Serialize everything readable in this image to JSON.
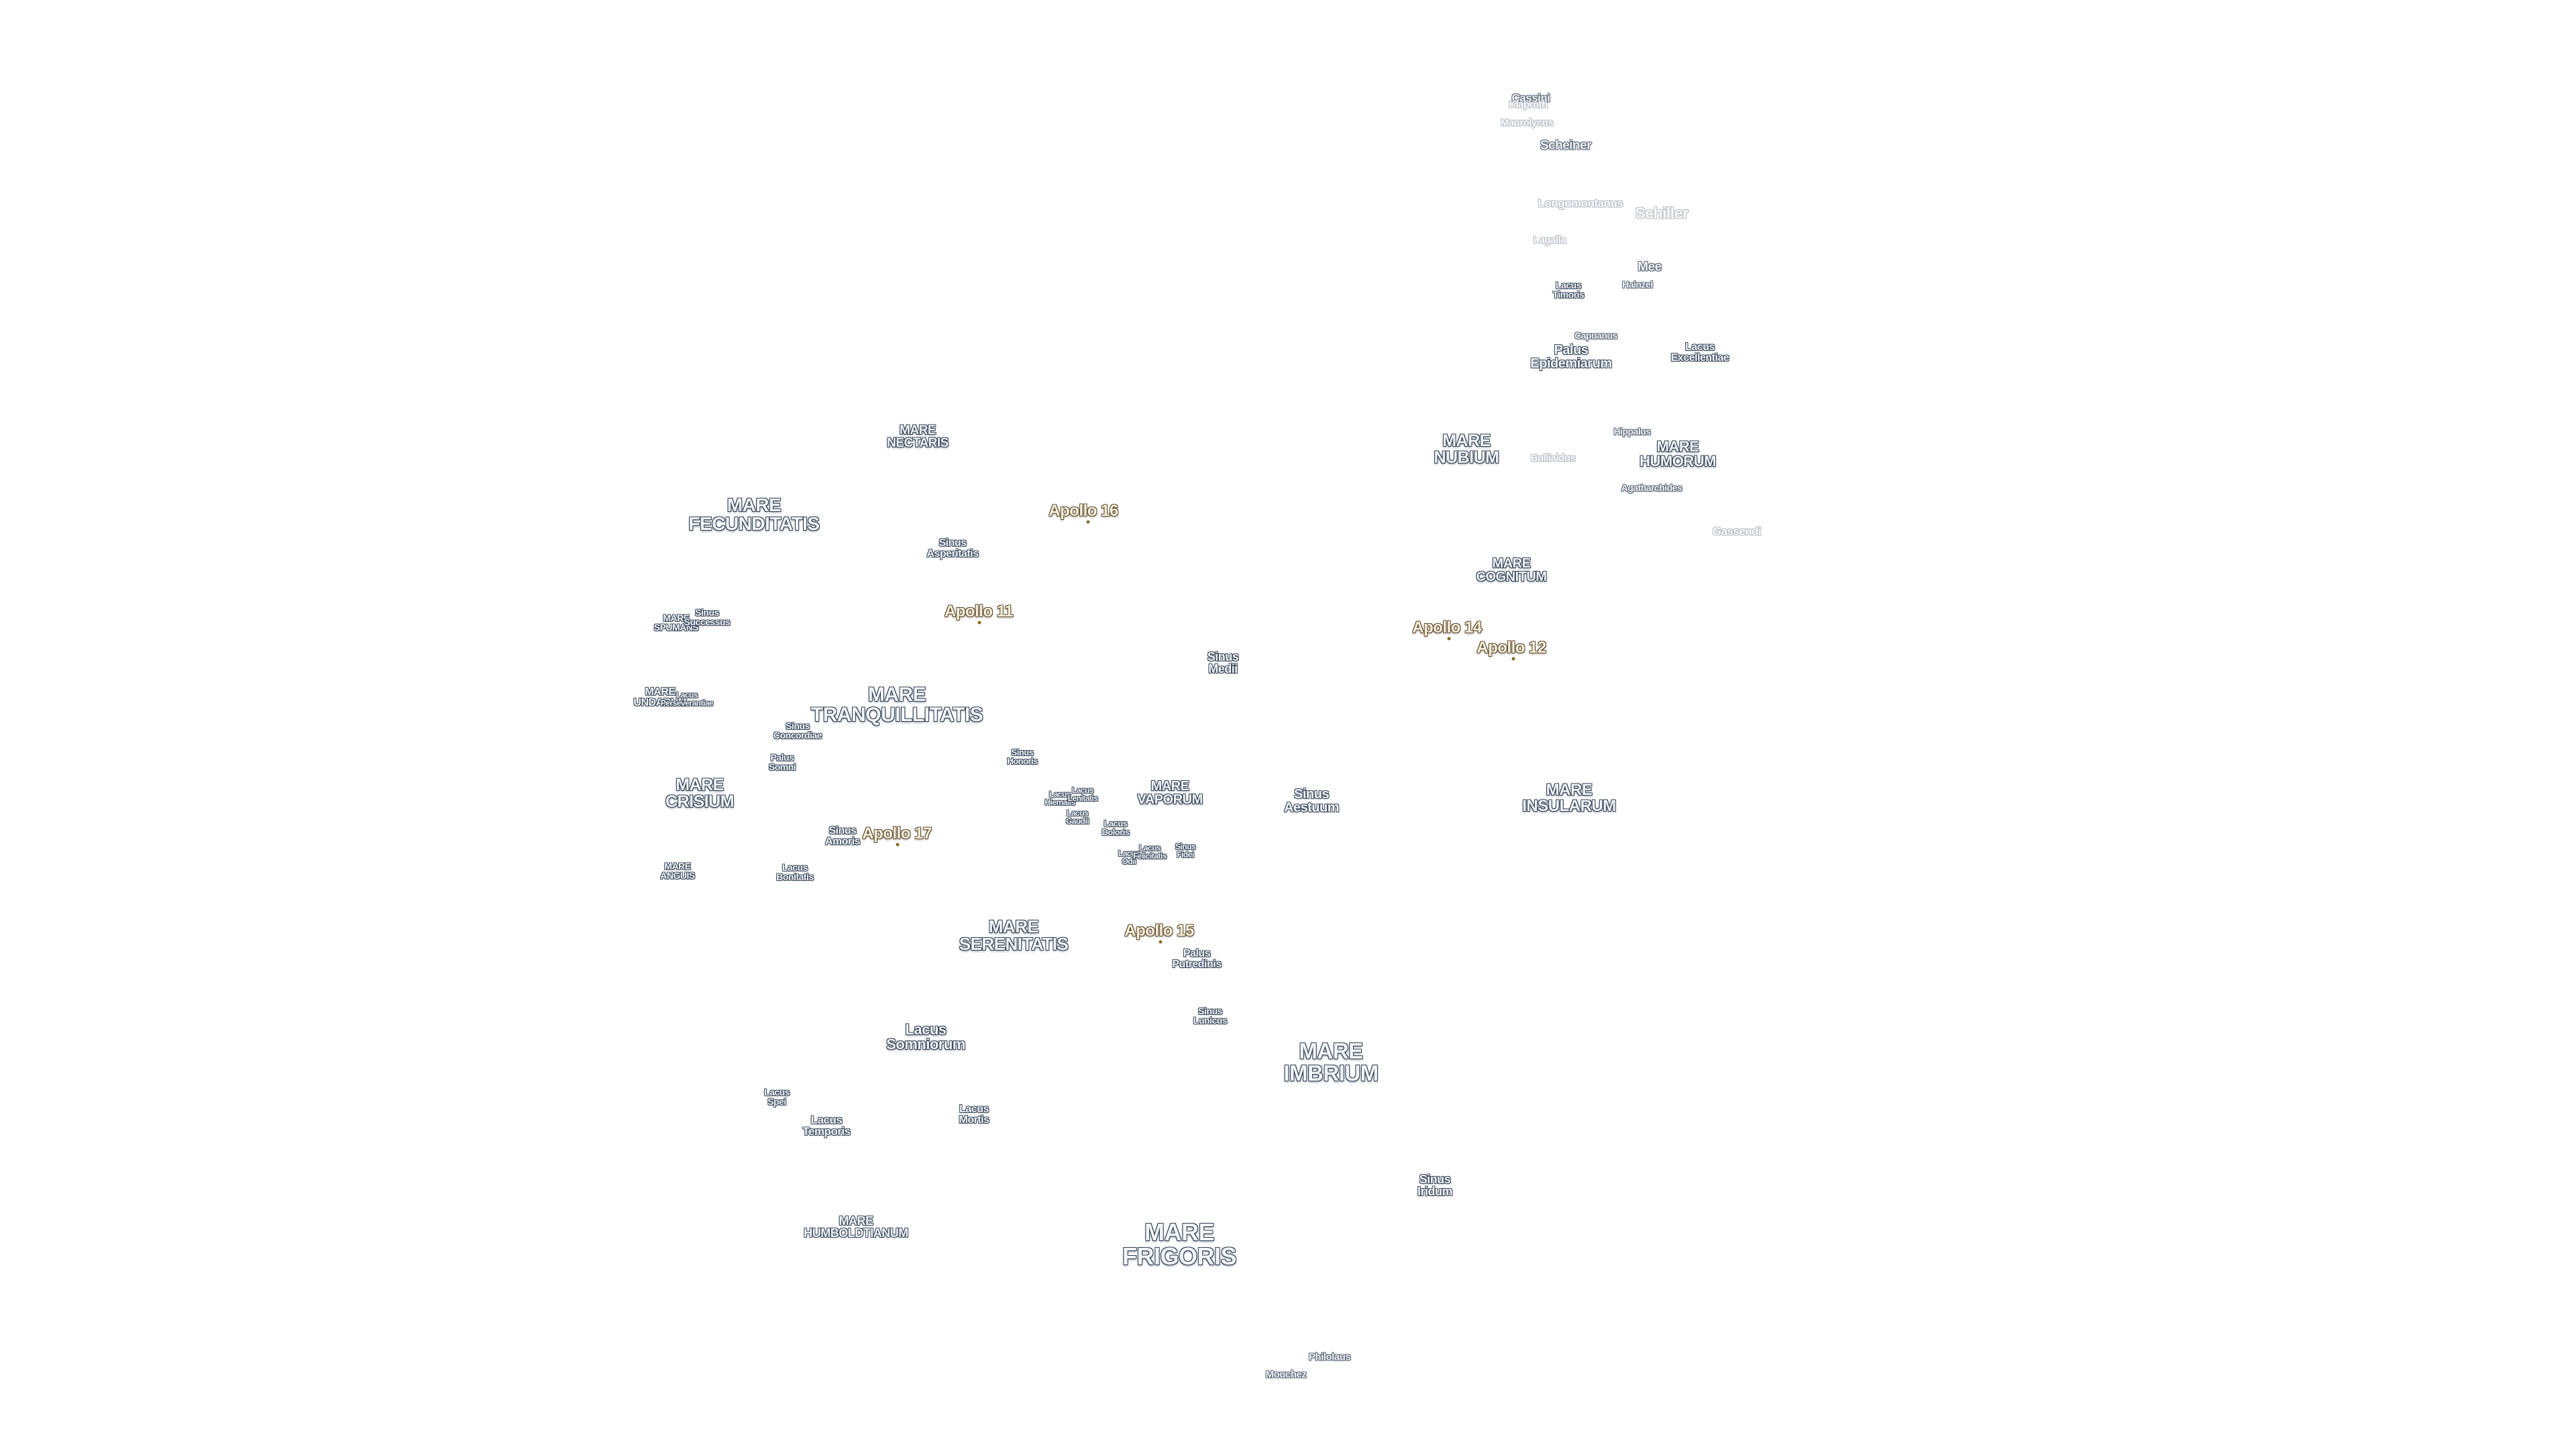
{
  "map": {
    "labels": [
      {
        "id": "cassini",
        "name": "Cassini",
        "kind": "crater"
      },
      {
        "id": "klaproth",
        "name": "Klaproth",
        "kind": "faint"
      },
      {
        "id": "maurolycus",
        "name": "Maurolycus",
        "kind": "faint"
      },
      {
        "id": "scheiner",
        "name": "Scheiner",
        "kind": "crater"
      },
      {
        "id": "longomontanus",
        "name": "Longomontanus",
        "kind": "faint"
      },
      {
        "id": "schiller",
        "name": "Schiller",
        "kind": "faint"
      },
      {
        "id": "lagalla",
        "name": "Lagalla",
        "kind": "faint"
      },
      {
        "id": "mee",
        "name": "Mee",
        "kind": "crater"
      },
      {
        "id": "lacus-timoris",
        "name": "Lacus\nTimoris",
        "kind": "minor"
      },
      {
        "id": "hainzel",
        "name": "Hainzel",
        "kind": "crater"
      },
      {
        "id": "capuanus",
        "name": "Capuanus",
        "kind": "crater"
      },
      {
        "id": "palus-epidemiarum",
        "name": "Palus\nEpidemiarum",
        "kind": "minor"
      },
      {
        "id": "lacus-excellentiae",
        "name": "Lacus\nExcellentiae",
        "kind": "minor"
      },
      {
        "id": "mare-nectaris",
        "name": "MARE\nNECTARIS",
        "kind": "mare"
      },
      {
        "id": "mare-nubium",
        "name": "MARE\nNUBIUM",
        "kind": "mare"
      },
      {
        "id": "hippalus",
        "name": "Hippalus",
        "kind": "crater"
      },
      {
        "id": "bullialdus",
        "name": "Bullialdus",
        "kind": "faint"
      },
      {
        "id": "mare-humorum",
        "name": "MARE\nHUMORUM",
        "kind": "mare"
      },
      {
        "id": "agatharchides",
        "name": "Agatharchides",
        "kind": "crater"
      },
      {
        "id": "mare-fecunditatis",
        "name": "MARE\nFECUNDITATIS",
        "kind": "mare"
      },
      {
        "id": "apollo-16",
        "name": "Apollo 16",
        "kind": "apollo"
      },
      {
        "id": "gassendi",
        "name": "Gassendi",
        "kind": "faint"
      },
      {
        "id": "sinus-asperitatis",
        "name": "Sinus\nAsperitatis",
        "kind": "minor"
      },
      {
        "id": "mare-cognitum",
        "name": "MARE\nCOGNITUM",
        "kind": "mare"
      },
      {
        "id": "mare-spumans",
        "name": "MARE\nSPUMANS",
        "kind": "minor"
      },
      {
        "id": "sinus-successus",
        "name": "Sinus\nSuccessus",
        "kind": "minor"
      },
      {
        "id": "apollo-11",
        "name": "Apollo 11",
        "kind": "apollo"
      },
      {
        "id": "apollo-14",
        "name": "Apollo 14",
        "kind": "apollo"
      },
      {
        "id": "apollo-12",
        "name": "Apollo 12",
        "kind": "apollo"
      },
      {
        "id": "sinus-medii",
        "name": "Sinus\nMedii",
        "kind": "minor"
      },
      {
        "id": "mare-undarum",
        "name": "MARE\nUNDARUM",
        "kind": "minor"
      },
      {
        "id": "lacus-perseverantiae",
        "name": "Lacus\nPerseverantiae",
        "kind": "minor"
      },
      {
        "id": "mare-tranquillitatis",
        "name": "MARE\nTRANQUILLITATIS",
        "kind": "mare"
      },
      {
        "id": "sinus-concordiae",
        "name": "Sinus\nConcordiae",
        "kind": "minor"
      },
      {
        "id": "sinus-honoris",
        "name": "Sinus\nHonoris",
        "kind": "minor"
      },
      {
        "id": "palus-somni",
        "name": "Palus\nSomni",
        "kind": "minor"
      },
      {
        "id": "lacus-hiemalis",
        "name": "Lacus\nHiemalis",
        "kind": "minor"
      },
      {
        "id": "lacus-lenitatis",
        "name": "Lacus\nLenitatis",
        "kind": "minor"
      },
      {
        "id": "lacus-gaudii",
        "name": "Lacus\nGaudii",
        "kind": "minor"
      },
      {
        "id": "mare-vaporum",
        "name": "MARE\nVAPORUM",
        "kind": "mare"
      },
      {
        "id": "sinus-aestuum",
        "name": "Sinus\nAestuum",
        "kind": "minor"
      },
      {
        "id": "mare-insularum",
        "name": "MARE\nINSULARUM",
        "kind": "mare"
      },
      {
        "id": "mare-crisium",
        "name": "MARE\nCRISIUM",
        "kind": "mare"
      },
      {
        "id": "lacus-doloris",
        "name": "Lacus\nDoloris",
        "kind": "minor"
      },
      {
        "id": "sinus-amoris",
        "name": "Sinus\nAmoris",
        "kind": "minor"
      },
      {
        "id": "apollo-17",
        "name": "Apollo 17",
        "kind": "apollo"
      },
      {
        "id": "lacus-odii",
        "name": "Lacus\nOdii",
        "kind": "minor"
      },
      {
        "id": "lacus-felicitatis",
        "name": "Lacus\nFelicitatis",
        "kind": "minor"
      },
      {
        "id": "sinus-fidei",
        "name": "Sinus\nFidei",
        "kind": "minor"
      },
      {
        "id": "mare-anguis",
        "name": "MARE\nANGUIS",
        "kind": "minor"
      },
      {
        "id": "lacus-bonitatis",
        "name": "Lacus\nBonitatis",
        "kind": "minor"
      },
      {
        "id": "mare-serenitatis",
        "name": "MARE\nSERENITATIS",
        "kind": "mare"
      },
      {
        "id": "apollo-15",
        "name": "Apollo 15",
        "kind": "apollo"
      },
      {
        "id": "palus-putredinis",
        "name": "Palus\nPutredinis",
        "kind": "minor"
      },
      {
        "id": "sinus-lunicus",
        "name": "Sinus\nLunicus",
        "kind": "minor"
      },
      {
        "id": "lacus-somniorum",
        "name": "Lacus\nSomniorum",
        "kind": "mare"
      },
      {
        "id": "mare-imbrium",
        "name": "MARE\nIMBRIUM",
        "kind": "mare"
      },
      {
        "id": "lacus-spei",
        "name": "Lacus\nSpei",
        "kind": "minor"
      },
      {
        "id": "lacus-temporis",
        "name": "Lacus\nTemporis",
        "kind": "minor"
      },
      {
        "id": "lacus-mortis",
        "name": "Lacus\nMortis",
        "kind": "minor"
      },
      {
        "id": "sinus-iridum",
        "name": "Sinus\nIridum",
        "kind": "minor"
      },
      {
        "id": "mare-humboldtianum",
        "name": "MARE\nHUMBOLDTIANUM",
        "kind": "minor"
      },
      {
        "id": "mare-frigoris",
        "name": "MARE\nFRIGORIS",
        "kind": "mare"
      },
      {
        "id": "philolaus",
        "name": "Philolaus",
        "kind": "crater"
      },
      {
        "id": "mouchez",
        "name": "Mouchez",
        "kind": "crater"
      }
    ]
  }
}
